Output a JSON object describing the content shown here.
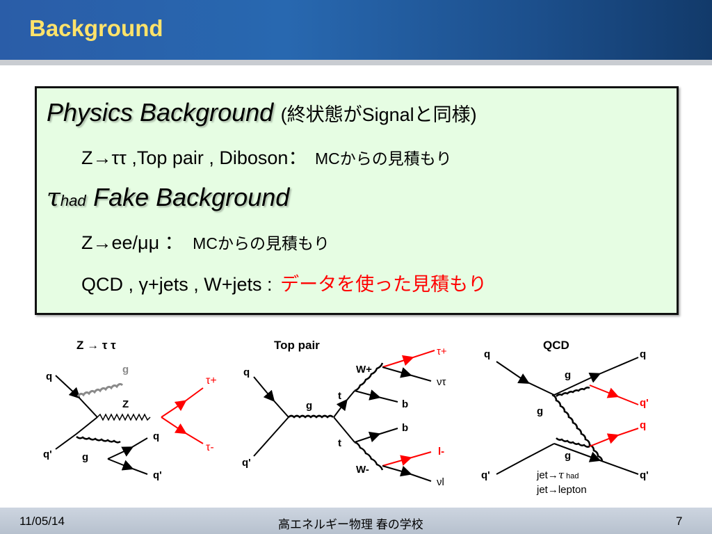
{
  "header": {
    "title": "Background"
  },
  "box": {
    "physics_title": "Physics Background",
    "physics_note": "(終状態がSignalと同様)",
    "physics_processes": "Z→ττ ,Top pair , Diboson：",
    "physics_method": "MCからの見積もり",
    "tau_symbol": "τ",
    "tau_sub": "had",
    "fake_title": "Fake Background",
    "zee_process": "Z→ee/μμ ：",
    "zee_method": "MCからの見積もり",
    "qcd_process": "QCD , γ+jets , W+jets :",
    "qcd_method": "データを使った見積もり"
  },
  "diagrams": {
    "ztt": {
      "title": "Z → τ τ",
      "q": "q",
      "g_top": "g",
      "z": "Z",
      "tau_plus": "τ+",
      "tau_minus": "τ-",
      "qbar_in": "q'",
      "g_bottom": "g",
      "q_out": "q",
      "qbar_out": "q'"
    },
    "ttbar": {
      "title": "Top pair",
      "q": "q",
      "g": "g",
      "qbar": "q'",
      "t": "t",
      "tbar": "t",
      "wplus": "W+",
      "tau_plus": "τ+",
      "nu_tau": "ντ",
      "b": "b",
      "bbar": "b",
      "wminus": "W-",
      "lepton": "l-",
      "nu_l": "νl"
    },
    "qcd": {
      "title": "QCD",
      "q_in": "q",
      "q_out": "q",
      "g_top": "g",
      "g_mid": "g",
      "g_bottom": "g",
      "qbar_red": "q'",
      "q_red": "q",
      "qbar_in": "q'",
      "qbar_out": "q'",
      "note_line1_prefix": "jet→",
      "note_tau": "τ",
      "note_sub": "had",
      "note_line2": "jet→lepton"
    }
  },
  "footer": {
    "date": "11/05/14",
    "event": "高エネルギー物理 春の学校",
    "page": "7"
  },
  "colors": {
    "accent_title": "#ffe36a",
    "box_fill": "#e6fde3",
    "highlight": "#ff0000",
    "gluon_grey": "#888888"
  }
}
